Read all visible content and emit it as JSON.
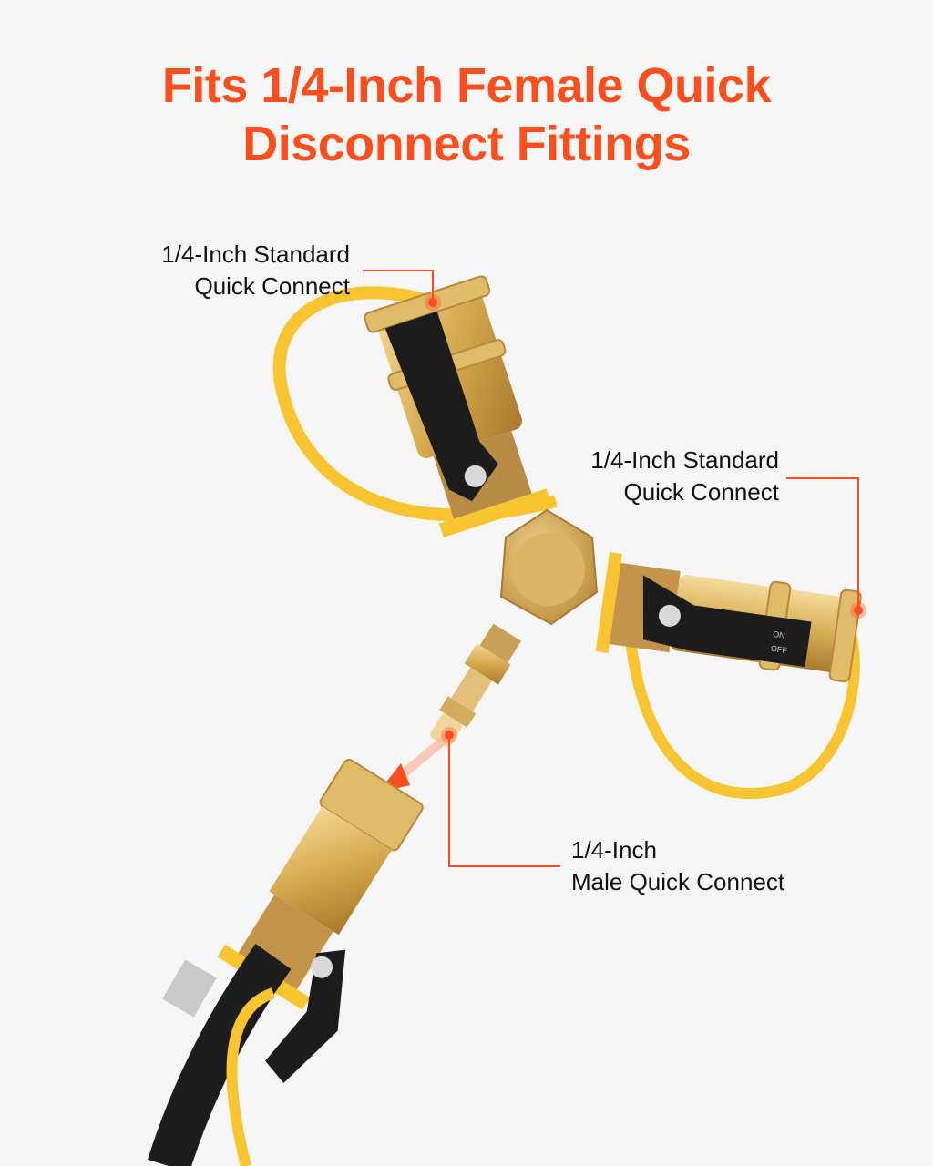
{
  "headline": {
    "line1": "Fits 1/4-Inch Female Quick",
    "line2": "Disconnect Fittings"
  },
  "callouts": [
    {
      "line1": "1/4-Inch Standard",
      "line2": "Quick Connect"
    },
    {
      "line1": "1/4-Inch Standard",
      "line2": "Quick Connect"
    },
    {
      "line1": "1/4-Inch",
      "line2": "Male Quick Connect"
    }
  ],
  "valve_labels": {
    "on": "ON",
    "off": "OFF"
  },
  "colors": {
    "accent": "#fb4f1f",
    "background": "#f6f6f6",
    "brass": "#d9b25c",
    "cap_strap": "#f7c531",
    "handle": "#1c1c1c"
  }
}
